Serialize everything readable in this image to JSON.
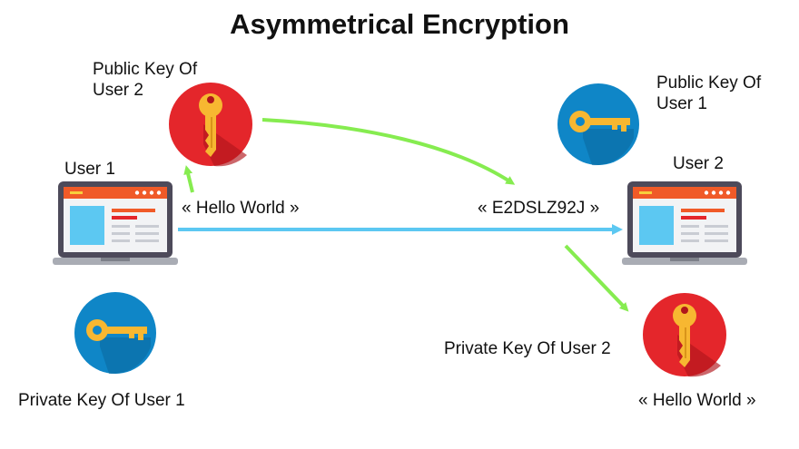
{
  "title": "Asymmetrical Encryption",
  "labels": {
    "public_key_user2_line1": "Public Key Of",
    "public_key_user2_line2": "User 2",
    "public_key_user1_line1": "Public Key Of",
    "public_key_user1_line2": "User 1",
    "user1": "User 1",
    "user2": "User 2",
    "plaintext_message": "« Hello World »",
    "encrypted_message": "« E2DSLZ92J »",
    "private_key_user1": "Private Key Of User 1",
    "private_key_user2": "Private Key Of User 2",
    "decrypted_message": "« Hello World »"
  },
  "icons": {
    "public_key_user2": "key-icon",
    "public_key_user1": "key-icon",
    "private_key_user1": "key-icon",
    "private_key_user2": "key-icon",
    "user1_device": "laptop-icon",
    "user2_device": "laptop-icon"
  },
  "colors": {
    "red_circle": "#e4262b",
    "blue_circle": "#0f86c7",
    "key_gold": "#f7b731",
    "arrow_green": "#86ec50",
    "arrow_blue": "#5cc8f2",
    "laptop_frame": "#4d4a5a",
    "laptop_header": "#f05a28"
  }
}
